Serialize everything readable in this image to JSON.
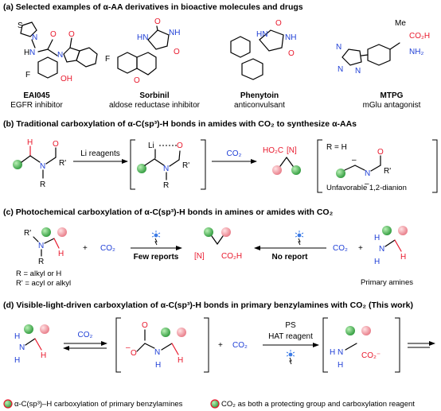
{
  "sections": {
    "a": {
      "title": "(a) Selected examples of α-AA derivatives in bioactive molecules and drugs",
      "compounds": [
        {
          "name": "EAI045",
          "desc": "EGFR inhibitor"
        },
        {
          "name": "Sorbinil",
          "desc": "aldose reductase inhibitor"
        },
        {
          "name": "Phenytoin",
          "desc": "anticonvulsant"
        },
        {
          "name": "MTPG",
          "desc": "mGlu antagonist"
        }
      ]
    },
    "b": {
      "title": "(b) Traditional carboxylation of α-C(sp³)-H bonds in amides with CO₂ to synthesize α-AAs",
      "reagent1": "Li reagents",
      "reagent2": "CO₂",
      "r_eq_h": "R = H",
      "unfavorable": "Unfavorable 1,2-dianion"
    },
    "c": {
      "title": "(c) Photochemical carboxylation of α-C(sp³)-H bonds in amines or amides with CO₂",
      "r_def": "R = alkyl or H",
      "r2_def": "R' = acyl or alkyl",
      "plus": "+",
      "co2": "CO₂",
      "few_reports": "Few reports",
      "no_report": "No report",
      "primary_amines": "Primary amines"
    },
    "d": {
      "title": "(d) Visible-light-driven carboxylation of α-C(sp³)-H bonds in primary benzylamines with CO₂ (This work)",
      "co2": "CO₂",
      "ps": "PS",
      "hat": "HAT reagent",
      "legend1": "α-C(sp³)–H carboxylation of primary benzylamines",
      "legend2": "CO₂ as both a protecting group and carboxylation reagent"
    }
  },
  "atoms": {
    "N": "N",
    "H": "H",
    "O": "O",
    "R": "R",
    "Rp": "R'",
    "NH": "NH",
    "S": "S",
    "F": "F",
    "OH": "OH",
    "Li": "Li",
    "HO2C": "HO₂C",
    "CO2H": "CO₂H",
    "CO2m": "CO₂⁻",
    "NBr": "[N]",
    "Me": "Me",
    "NH2": "NH₂",
    "HN": "HN",
    "minus": "–",
    "NN": "N",
    "NNH": "N",
    "NHt": "NH"
  },
  "colors": {
    "blue": "#1f3fd6",
    "red": "#e8182c",
    "green": "#2e9a3c",
    "pink": "#f0a0a8"
  }
}
